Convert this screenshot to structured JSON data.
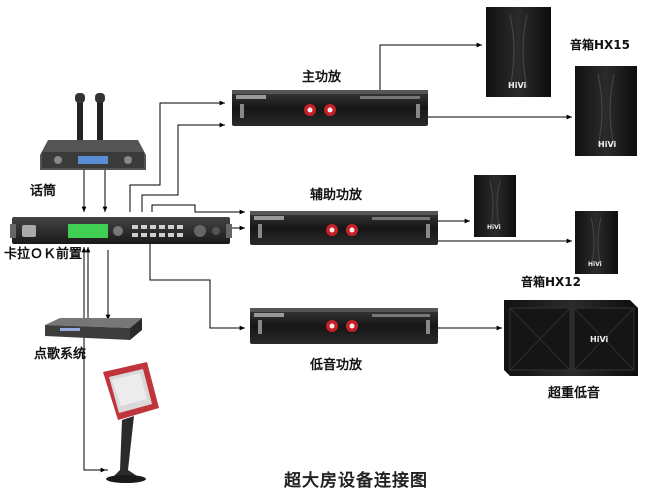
{
  "title": "超大房设备连接图",
  "labels": {
    "microphone": "话筒",
    "preamp": "卡拉ＯＫ前置",
    "song_system": "点歌系统",
    "main_amp": "主功放",
    "aux_amp": "辅助功放",
    "bass_amp": "低音功放",
    "speaker_hx15": "音箱HX15",
    "speaker_hx12": "音箱HX12",
    "subwoofer": "超重低音"
  },
  "brand": "HiVi",
  "colors": {
    "line": "#000000",
    "device_body": "#1a1a1a",
    "amp_knob": "#c8202a",
    "preamp_lcd": "#39c24a",
    "touchscreen_frame": "#c0343c"
  }
}
